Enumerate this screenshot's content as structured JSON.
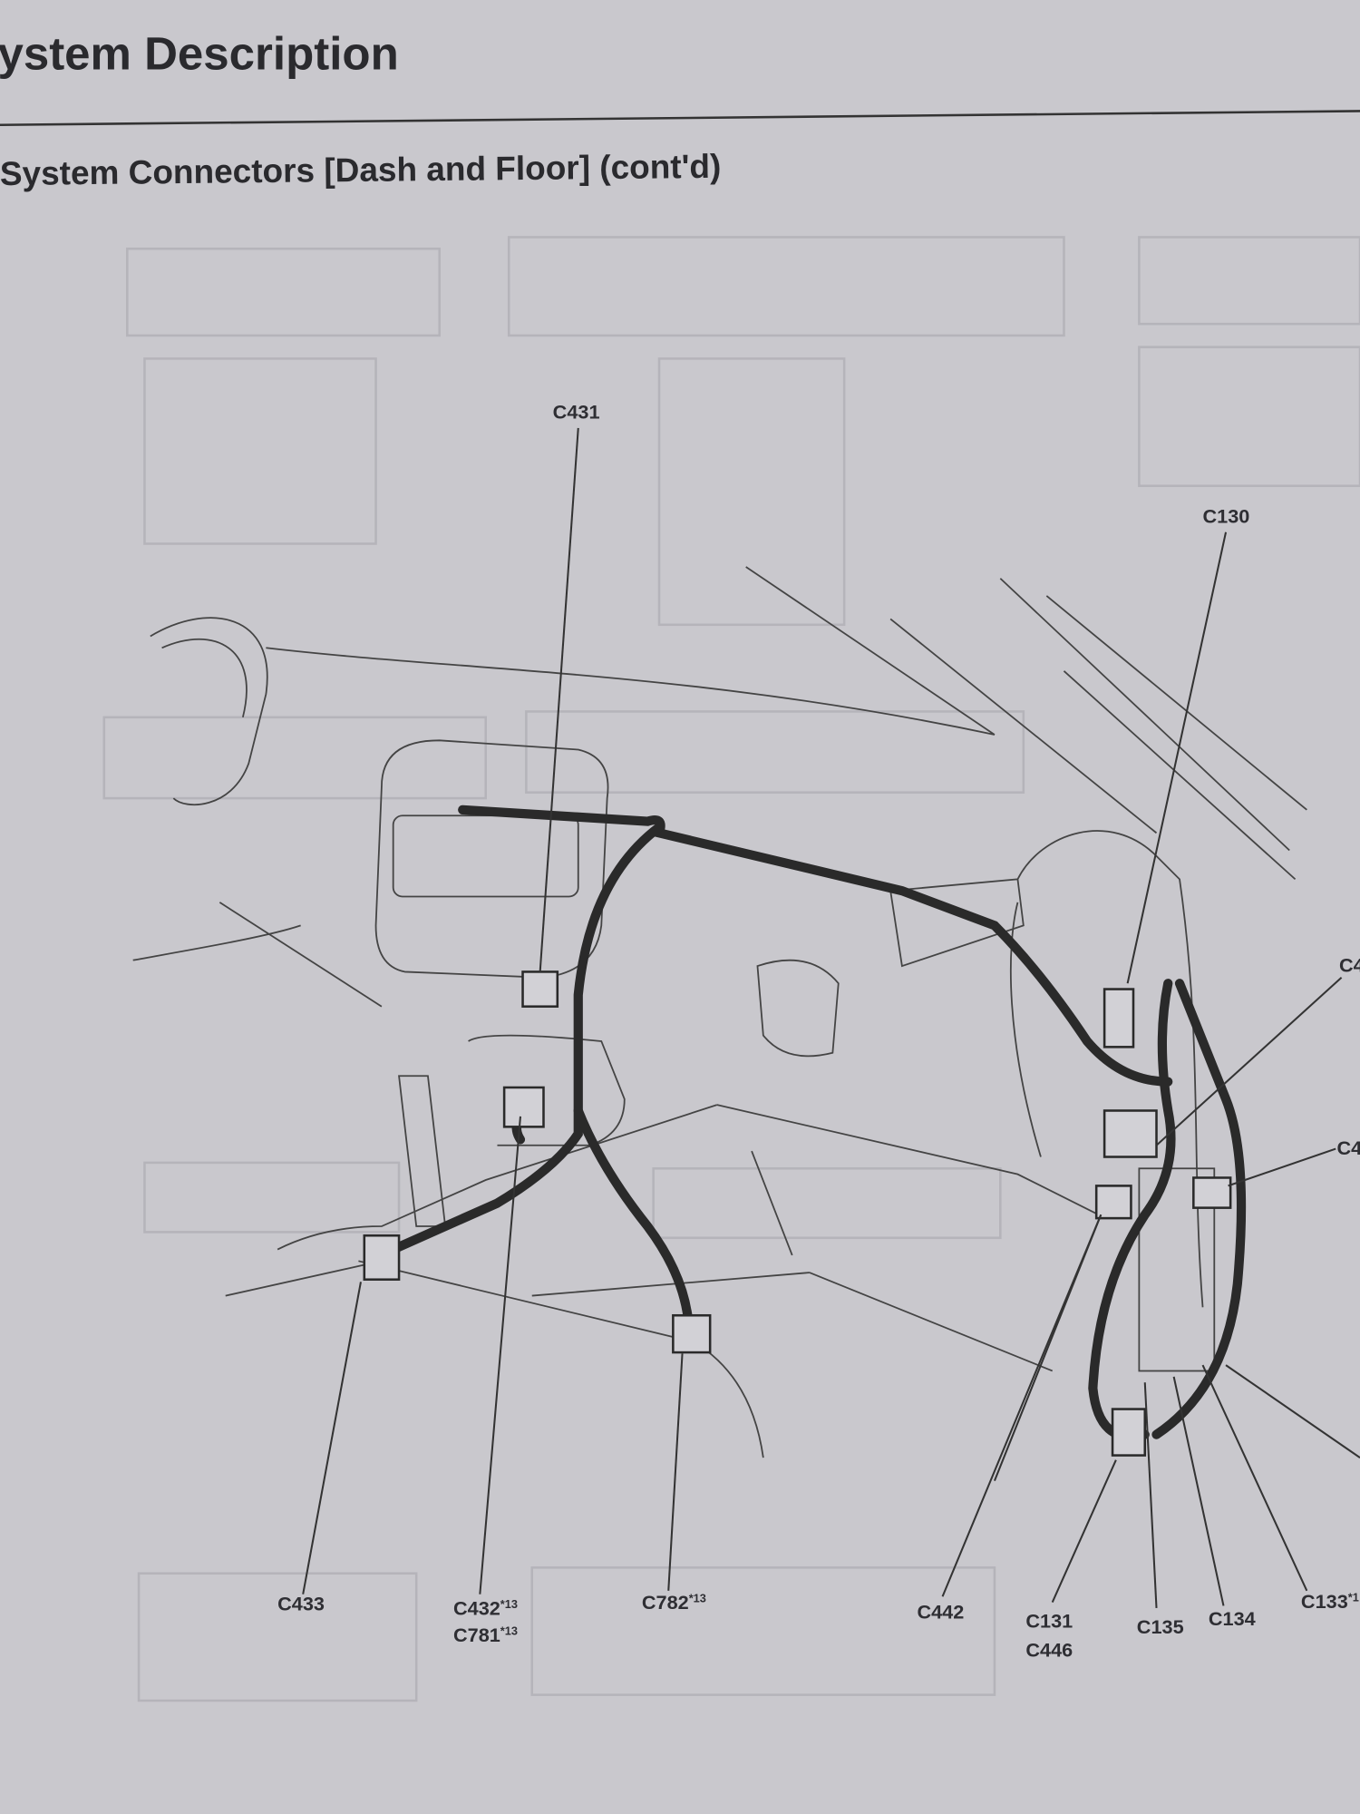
{
  "header": {
    "title": "ystem Description",
    "subtitle": "System Connectors [Dash and Floor] (cont'd)"
  },
  "connectors": {
    "c431": "C431",
    "c130": "C130",
    "c4_upper": "C4",
    "c4_lower": "C4",
    "c433": "C433",
    "c432": "C432",
    "c432_note": "*13",
    "c781": "C781",
    "c781_note": "*13",
    "c782": "C782",
    "c782_note": "*13",
    "c442": "C442",
    "c131": "C131",
    "c446": "C446",
    "c135": "C135",
    "c134": "C134",
    "c133": "C133",
    "c133_note": "*1"
  }
}
